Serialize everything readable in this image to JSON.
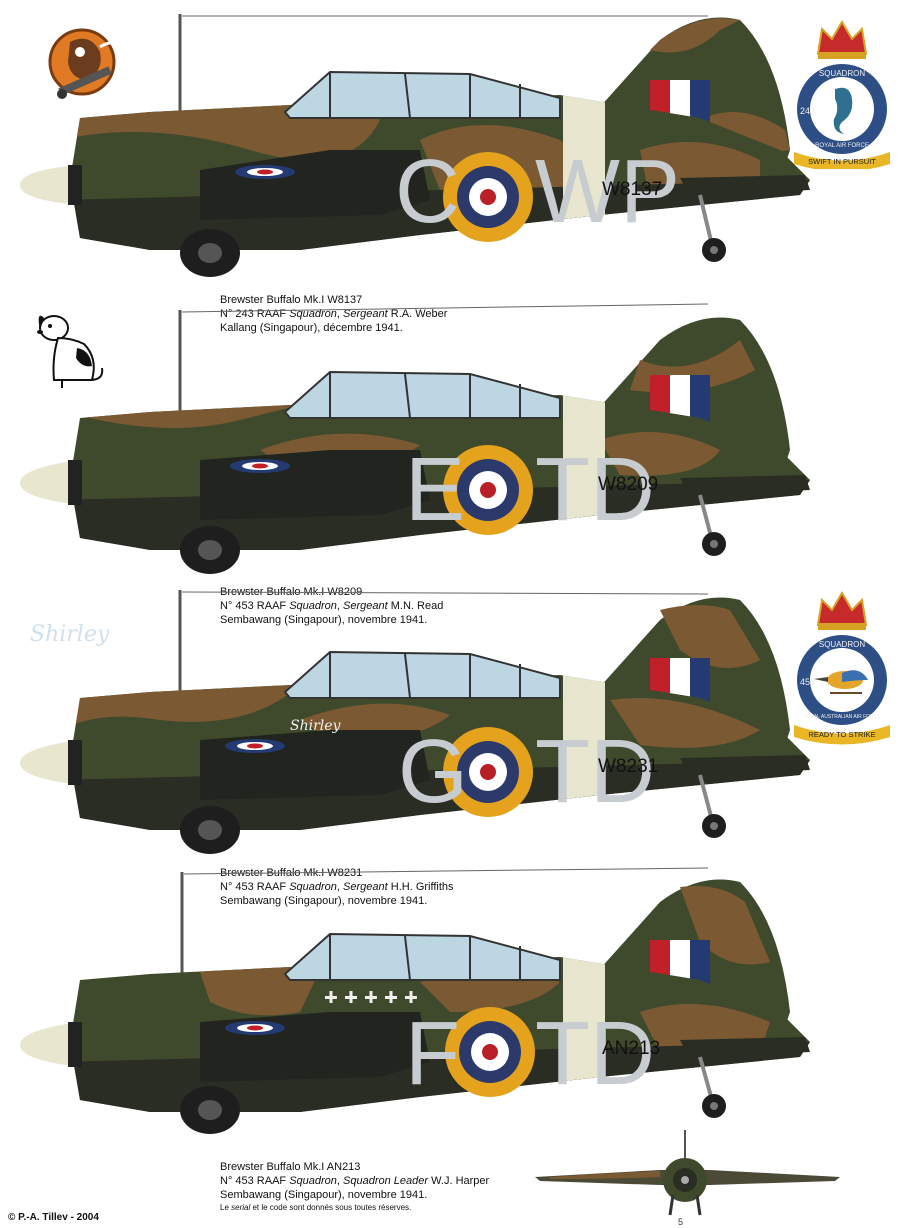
{
  "aircraft": [
    {
      "code_left": "C",
      "code_right": "WP",
      "serial": "W8137",
      "caption": {
        "line1": "Brewster Buffalo Mk.I W8137",
        "unit_pre": "N° 243 RAAF ",
        "unit_it1": "Squadron",
        "unit_mid": ", ",
        "unit_it2": "Sergeant",
        "unit_post": " R.A. Weber",
        "line3": "Kallang (Singapour), décembre 1941."
      }
    },
    {
      "code_left": "E",
      "code_right": "TD",
      "serial": "W8209",
      "caption": {
        "line1": "Brewster Buffalo Mk.I W8209",
        "unit_pre": "N° 453 RAAF ",
        "unit_it1": "Squadron",
        "unit_mid": ", ",
        "unit_it2": "Sergeant",
        "unit_post": " M.N. Read",
        "line3": "Sembawang (Singapour), novembre 1941."
      }
    },
    {
      "code_left": "G",
      "code_right": "TD",
      "serial": "W8231",
      "nose_art": "Shirley",
      "caption": {
        "line1": "Brewster Buffalo Mk.I W8231",
        "unit_pre": "N° 453 RAAF ",
        "unit_it1": "Squadron",
        "unit_mid": ", ",
        "unit_it2": "Sergeant",
        "unit_post": " H.H. Griffiths",
        "line3": "Sembawang (Singapour), novembre 1941."
      }
    },
    {
      "code_left": "F",
      "code_right": "TD",
      "serial": "AN213",
      "caption": {
        "line1": "Brewster Buffalo Mk.I AN213",
        "unit_pre": "N° 453 RAAF ",
        "unit_it1": "Squadron",
        "unit_mid": ", ",
        "unit_it2": "Squadron Leader",
        "unit_post": " W.J. Harper",
        "line3": "Sembawang (Singapour), novembre 1941.",
        "note_pre": "Le ",
        "note_it": "serial",
        "note_post": " et le code sont donnés sous toutes réserves."
      }
    }
  ],
  "badges": {
    "b243": {
      "top": "SQUADRON",
      "num": "243",
      "ring": "ROYAL AIR FORCE",
      "motto": "SWIFT IN PURSUIT"
    },
    "b453": {
      "top": "SQUADRON",
      "num": "453",
      "ring": "ROYAL AUSTRALIAN AIR FORCE",
      "motto": "READY TO STRIKE"
    }
  },
  "side_signature": "Shirley",
  "copyright": "© P.-A. Tillev - 2004",
  "page_number": "5",
  "colors": {
    "camo_green": "#3f4a2c",
    "camo_brown": "#7b5a33",
    "underside": "#2a2d24",
    "roundel_yellow": "#e5a21d",
    "roundel_blue": "#2b3a6b",
    "roundel_red": "#b81f26",
    "code_grey": "#c7ccd0",
    "sky_band": "#e9e6cf"
  }
}
